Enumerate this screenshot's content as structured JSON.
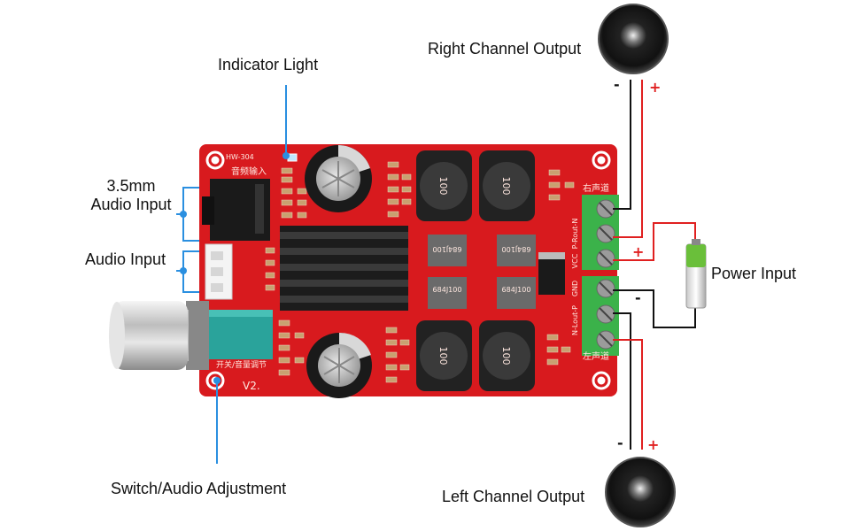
{
  "labels": {
    "indicator_light": "Indicator Light",
    "right_channel": "Right Channel Output",
    "audio_35_line1": "3.5mm",
    "audio_35_line2": "Audio Input",
    "audio_input": "Audio Input",
    "power_input": "Power Input",
    "switch_adjust": "Switch/Audio Adjustment",
    "left_channel": "Left Channel Output"
  },
  "signs": {
    "minus": "-",
    "plus": "+"
  },
  "board": {
    "model": "HW-304",
    "version": "V2.",
    "silk_audio_in": "音频输入",
    "silk_right": "右声道",
    "silk_left": "左声道",
    "silk_switch": "开关/音量调节",
    "inductor_code": "100",
    "cap_code": "684J100",
    "pin_rout_n": "P-Rout-N",
    "pin_vcc": "VCC",
    "pin_gnd": "GND",
    "pin_lout": "N-Lout-P"
  },
  "colors": {
    "pcb": "#d81a1e",
    "heatsink": "#1c1c1c",
    "terminal": "#3bb24a",
    "annotation": "#2a8fe0",
    "wire_red": "#e02020",
    "wire_black": "#111111"
  }
}
